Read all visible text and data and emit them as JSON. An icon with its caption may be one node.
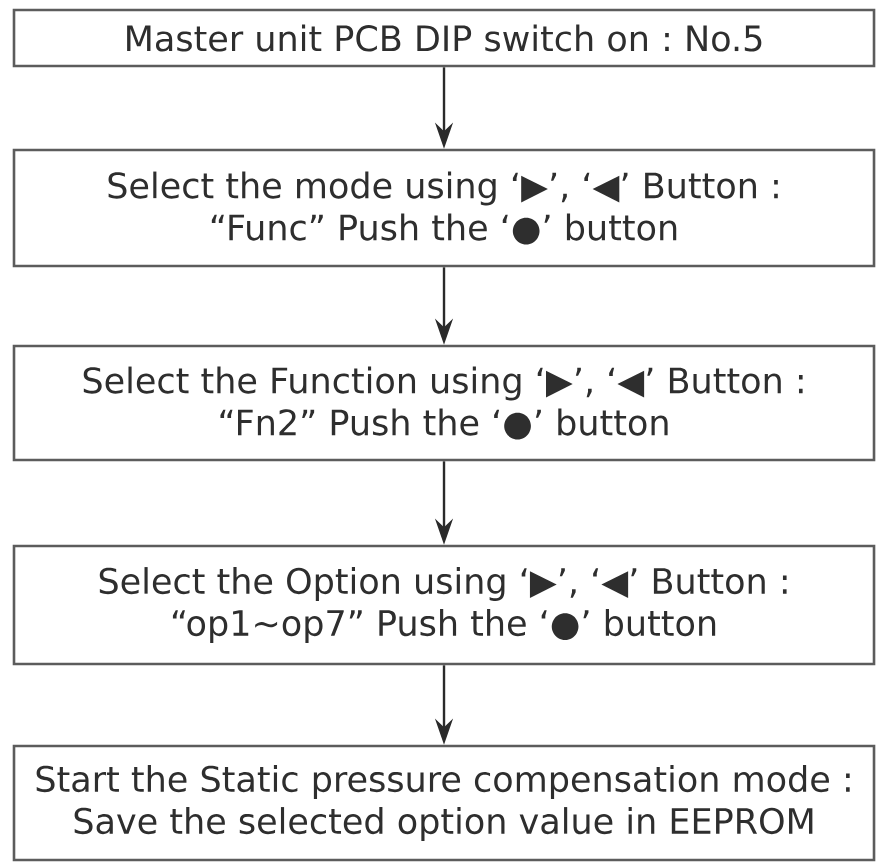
{
  "diagram": {
    "nodes": [
      {
        "text": [
          "Master unit PCB DIP switch on : No.5"
        ]
      },
      {
        "text": [
          "Select the mode using ‘▶’, ‘◀’ Button : “Func” Push the ‘●’ button"
        ]
      },
      {
        "text": [
          "Select the Function using ‘▶’, ‘◀’ Button : “Fn2” Push the ‘●’ button"
        ]
      },
      {
        "text": [
          "Select the Option using ‘▶’, ‘◀’ Button : “op1~op7” Push the ‘●’ button"
        ]
      },
      {
        "text": [
          "Start the Static pressure compensation mode : Save the selected option value in EEPROM"
        ]
      }
    ],
    "edges": [
      {
        "from": 0,
        "to": 1,
        "arrow": "to"
      },
      {
        "from": 1,
        "to": 2,
        "arrow": "to"
      },
      {
        "from": 2,
        "to": 3,
        "arrow": "to"
      },
      {
        "from": 3,
        "to": 4,
        "arrow": "to"
      }
    ]
  }
}
